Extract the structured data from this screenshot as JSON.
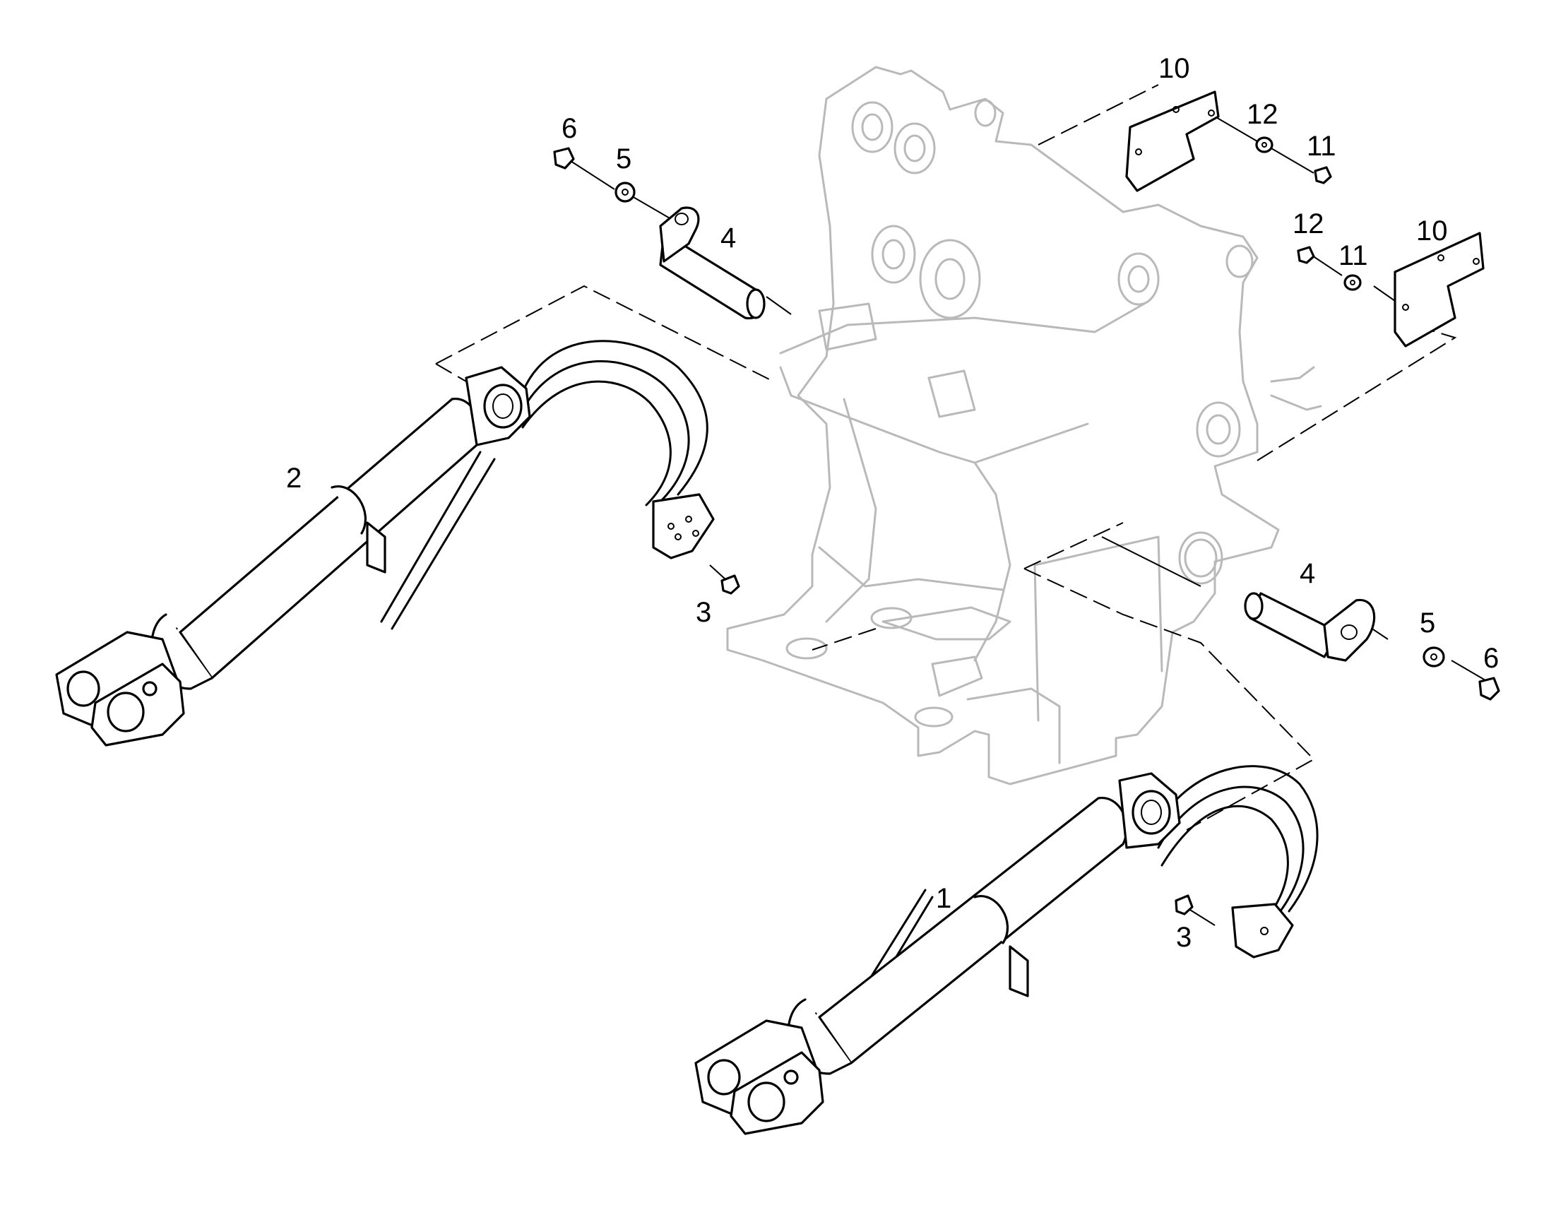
{
  "labels": {
    "cyl1": "1",
    "cyl2": "2",
    "bolt3_left": "3",
    "bolt3_right": "3",
    "pin4_left": "4",
    "pin4_right": "4",
    "washer5_left": "5",
    "washer5_right": "5",
    "screw6_left": "6",
    "screw6_right": "6",
    "plate10_top": "10",
    "plate10_right": "10",
    "screw11_top": "11",
    "screw11_right": "11",
    "washer12_top": "12",
    "washer12_right": "12"
  },
  "colors": {
    "frame_line": "#b9b9b9",
    "part_line": "#000000",
    "background": "#ffffff"
  }
}
